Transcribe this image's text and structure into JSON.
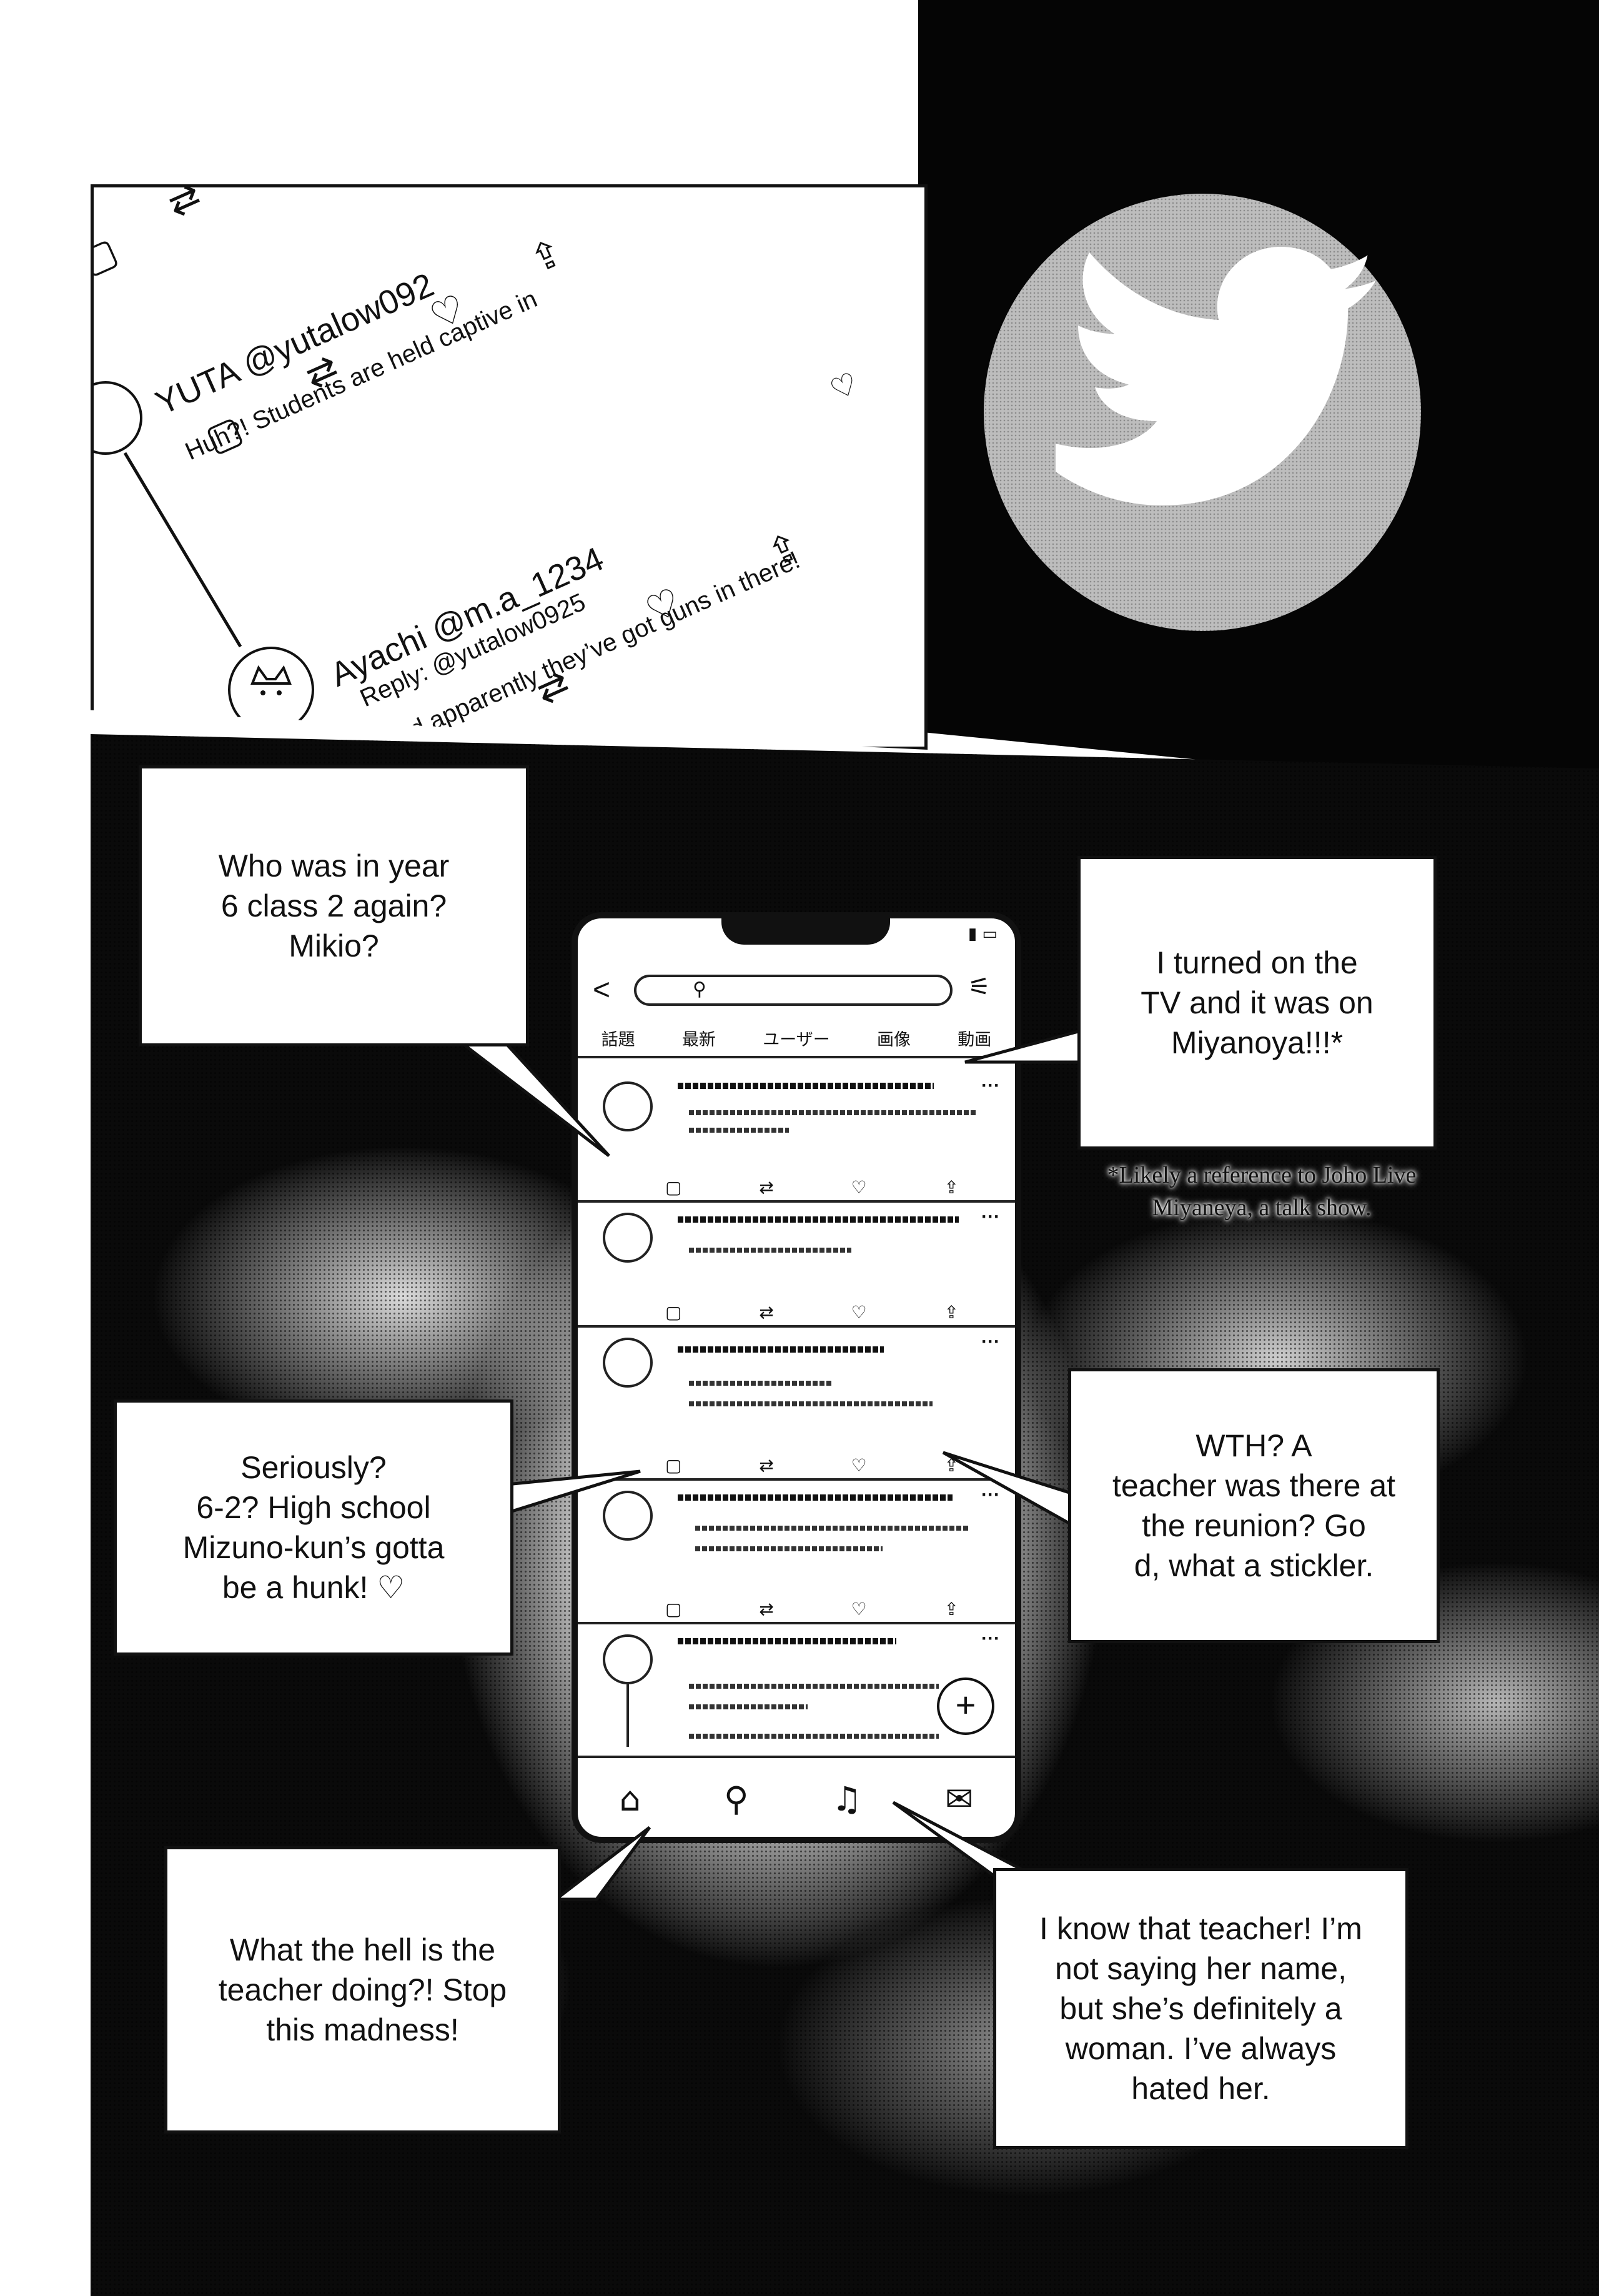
{
  "tweets": [
    {
      "name": "YUTA @yutalow092",
      "text": "Huh?! Students are held captive in"
    },
    {
      "name": "Ayachi @m.a_1234",
      "reply": "Reply: @yutalow0925",
      "text": "And apparently they’ve got guns in there!"
    }
  ],
  "phone": {
    "back": "<",
    "tabs": [
      "話題",
      "最新",
      "ユーザー",
      "画像",
      "動画"
    ],
    "more": "···",
    "fab": "+"
  },
  "bubbles": {
    "top_left": "Who was in year\n6 class 2 again?\nMikio?",
    "top_right": "I turned on the\nTV and it was on\nMiyanoya!!!*",
    "middle_left": "Seriously?\n6-2? High school\nMizuno-kun’s gotta\nbe a hunk! ♡",
    "middle_right": "WTH? A\nteacher was there at\nthe reunion? Go\nd, what a stickler.",
    "bottom_left": "What the hell is the\nteacher doing?! Stop\nthis madness!",
    "bottom_right": "I know that teacher! I’m\nnot saying her name,\nbut she’s definitely a\nwoman. I’ve always\nhated her."
  },
  "footnote": "*Likely a reference to Joho Live Miyaneya, a talk show.",
  "icons": [
    "bird-icon",
    "comment-icon",
    "retweet-icon",
    "heart-icon",
    "share-icon",
    "search-icon",
    "filter-icon",
    "home-icon",
    "bell-icon",
    "mail-icon",
    "signal-icon",
    "battery-icon",
    "avatar-cat-icon"
  ]
}
